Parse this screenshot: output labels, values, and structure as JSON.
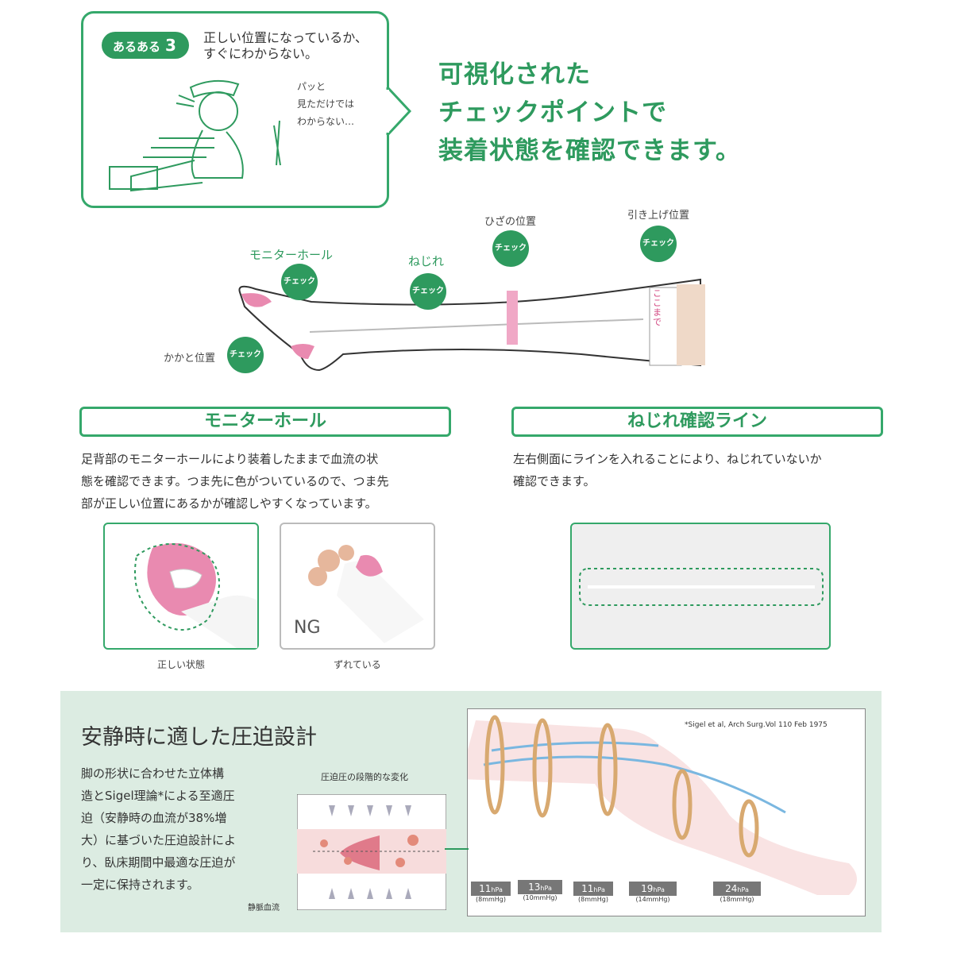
{
  "top_card": {
    "badge_text": "あるある",
    "badge_number": "3",
    "title_line1": "正しい位置になっているか、",
    "title_line2": "すぐにわからない。",
    "speech_line1": "パッと",
    "speech_line2": "見ただけでは",
    "speech_line3": "わからない…"
  },
  "headline": {
    "line1": "可視化された",
    "line2": "チェックポイントで",
    "line3": "装着状態を確認できます。"
  },
  "diagram": {
    "check_label": "チェック",
    "monitor_hole": "モニターホール",
    "twist": "ねじれ",
    "knee_position": "ひざの位置",
    "pull_up_position": "引き上げ位置",
    "heel_position": "かかと位置",
    "thigh_mark": "ここまで"
  },
  "monitor_section": {
    "heading": "モニターホール",
    "text_line1": "足背部のモニターホールにより装着したままで血流の状",
    "text_line2": "態を確認できます。つま先に色がついているので、つま先",
    "text_line3": "部が正しい位置にあるかが確認しやすくなっています。",
    "caption_ok": "正しい状態",
    "caption_ng": "ずれている",
    "ng_label": "NG"
  },
  "twist_section": {
    "heading": "ねじれ確認ライン",
    "text_line1": "左右側面にラインを入れることにより、ねじれていないか",
    "text_line2": "確認できます。"
  },
  "compression": {
    "title": "安静時に適した圧迫設計",
    "body_lines": [
      "脚の形状に合わせた立体構",
      "造とSigel理論*による至適圧",
      "迫（安静時の血流が38%増",
      "大）に基づいた圧迫設計によ",
      "り、臥床期間中最適な圧迫が",
      "一定に保持されます。"
    ],
    "pressure_caption": "圧迫圧の段階的な変化",
    "vein_caption": "静脈血流",
    "citation": "*Sigel et al, Arch Surg.Vol 110 Feb 1975",
    "bands": [
      {
        "value": "11",
        "unit": "hPa",
        "mmhg": "(8mmHg)"
      },
      {
        "value": "13",
        "unit": "hPa",
        "mmhg": "(10mmHg)"
      },
      {
        "value": "11",
        "unit": "hPa",
        "mmhg": "(8mmHg)"
      },
      {
        "value": "19",
        "unit": "hPa",
        "mmhg": "(14mmHg)"
      },
      {
        "value": "24",
        "unit": "hPa",
        "mmhg": "(18mmHg)"
      }
    ]
  },
  "colors": {
    "brand_green": "#2e9a5e",
    "pink": "#e98ab0",
    "panel_bg": "#dcece2"
  }
}
